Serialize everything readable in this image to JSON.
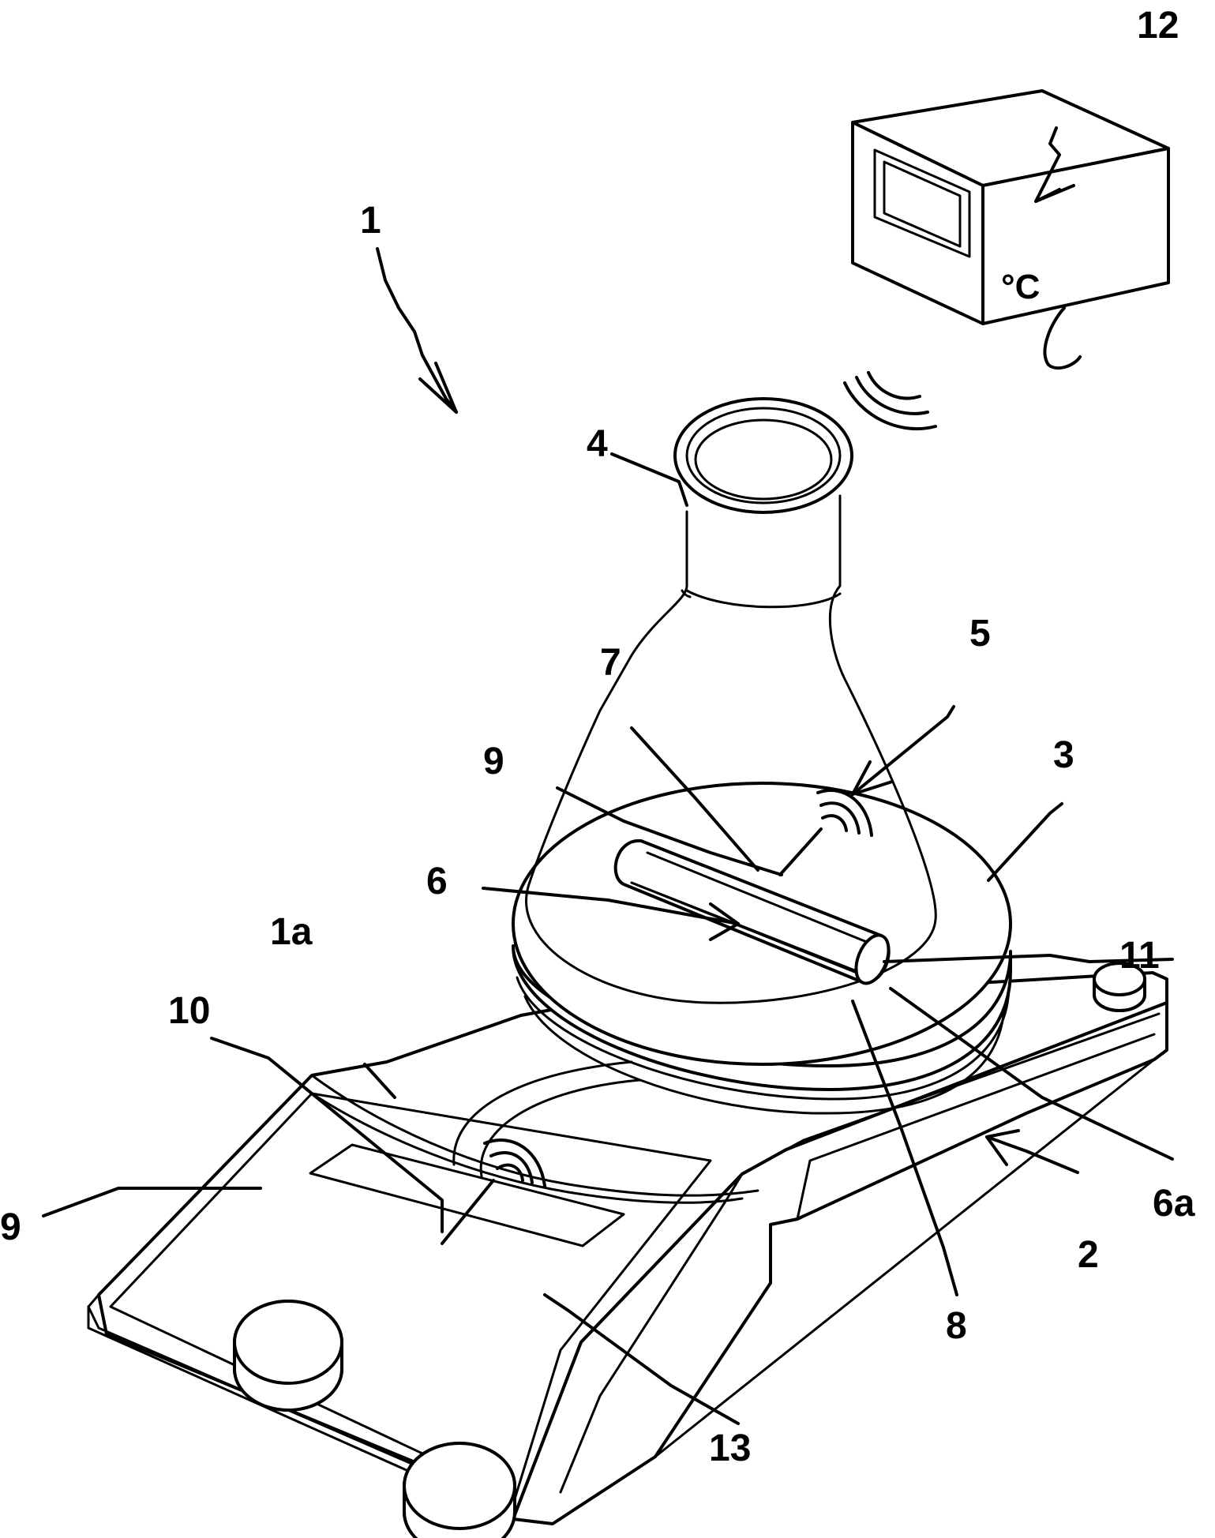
{
  "labels": {
    "device": "1",
    "device_part": "1a",
    "base": "2",
    "plate": "3",
    "flask": "4",
    "medium": "5",
    "stir_bar": "6",
    "stir_bar_part": "6a",
    "sensor": "7",
    "element_8": "8",
    "wireless_top": "9",
    "wireless_left": "9",
    "control_unit": "10",
    "capsule_end": "11",
    "display_device": "12",
    "display_window": "13"
  },
  "display_unit": "°C"
}
